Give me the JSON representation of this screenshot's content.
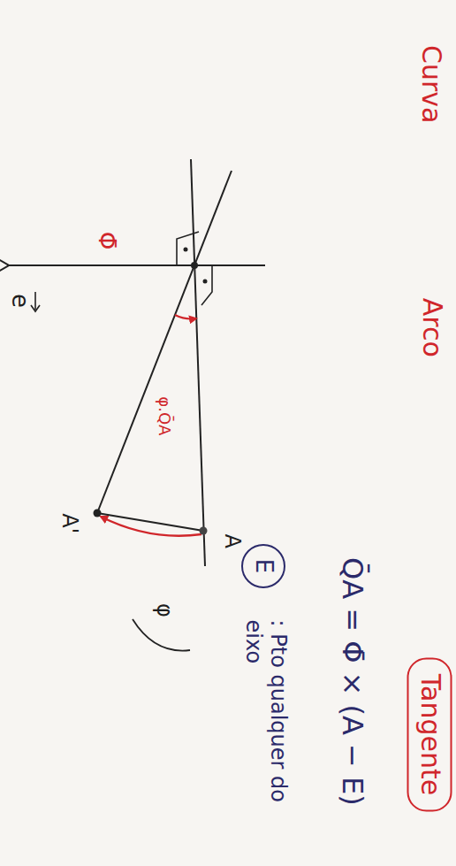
{
  "diagram": {
    "nodes": [
      {
        "text": [
          "Tangente"
        ]
      },
      {
        "text": [
          "E"
        ]
      }
    ],
    "labels": [
      "Curva",
      "Arco",
      "e",
      "Φ̄",
      "A'",
      "φ.Q̄A",
      "A",
      "φ",
      "Q̄A = Φ̄ × (A − E)",
      ": Pto qualquer do eixo"
    ]
  }
}
